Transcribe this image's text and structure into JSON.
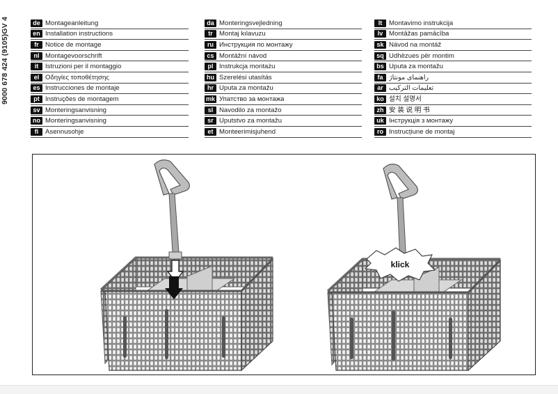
{
  "document": {
    "side_code": "9000 678 424  (9105)GV 4"
  },
  "languages": {
    "col1": [
      {
        "code": "de",
        "label": "Montageanleitung"
      },
      {
        "code": "en",
        "label": "Installation instructions"
      },
      {
        "code": "fr",
        "label": "Notice de montage"
      },
      {
        "code": "nl",
        "label": "Montagevoorschrift"
      },
      {
        "code": "it",
        "label": "Istruzioni per il montaggio"
      },
      {
        "code": "el",
        "label": "Οδηγίες τοποθέτησης"
      },
      {
        "code": "es",
        "label": "Instrucciones de montaje"
      },
      {
        "code": "pt",
        "label": "Instruções de montagem"
      },
      {
        "code": "sv",
        "label": "Monteringsanvisning"
      },
      {
        "code": "no",
        "label": "Monteringsanvisning"
      },
      {
        "code": "fi",
        "label": "Asennusohje"
      }
    ],
    "col2": [
      {
        "code": "da",
        "label": "Monteringsvejledning"
      },
      {
        "code": "tr",
        "label": "Montaj kılavuzu"
      },
      {
        "code": "ru",
        "label": "Инструкция по монтажу"
      },
      {
        "code": "cs",
        "label": "Montážní návod"
      },
      {
        "code": "pl",
        "label": "Instrukcja montażu"
      },
      {
        "code": "hu",
        "label": "Szerelési utasítás"
      },
      {
        "code": "hr",
        "label": "Uputa za montažu"
      },
      {
        "code": "mk",
        "label": "Упатство за монтажа"
      },
      {
        "code": "sl",
        "label": "Navodilo za montažo"
      },
      {
        "code": "sr",
        "label": "Uputstvo za montažu"
      },
      {
        "code": "et",
        "label": "Monteerimisjuhend"
      }
    ],
    "col3": [
      {
        "code": "lt",
        "label": "Montavimo instrukcija"
      },
      {
        "code": "lv",
        "label": "Montāžas pamācība"
      },
      {
        "code": "sk",
        "label": "Návod na montáž"
      },
      {
        "code": "sq",
        "label": "Udhëzues për montim"
      },
      {
        "code": "bs",
        "label": "Uputa za montažu"
      },
      {
        "code": "fa",
        "label": "راهنمای مونتاژ"
      },
      {
        "code": "ar",
        "label": "تعليمات التركيب"
      },
      {
        "code": "ko",
        "label": "설치 설명서"
      },
      {
        "code": "zh",
        "label": "安 装 说 明 书"
      },
      {
        "code": "uk",
        "label": "Інструкція з монтажу"
      },
      {
        "code": "ro",
        "label": "Instrucțiune de montaj"
      }
    ]
  },
  "figure": {
    "click_label": "klick"
  }
}
